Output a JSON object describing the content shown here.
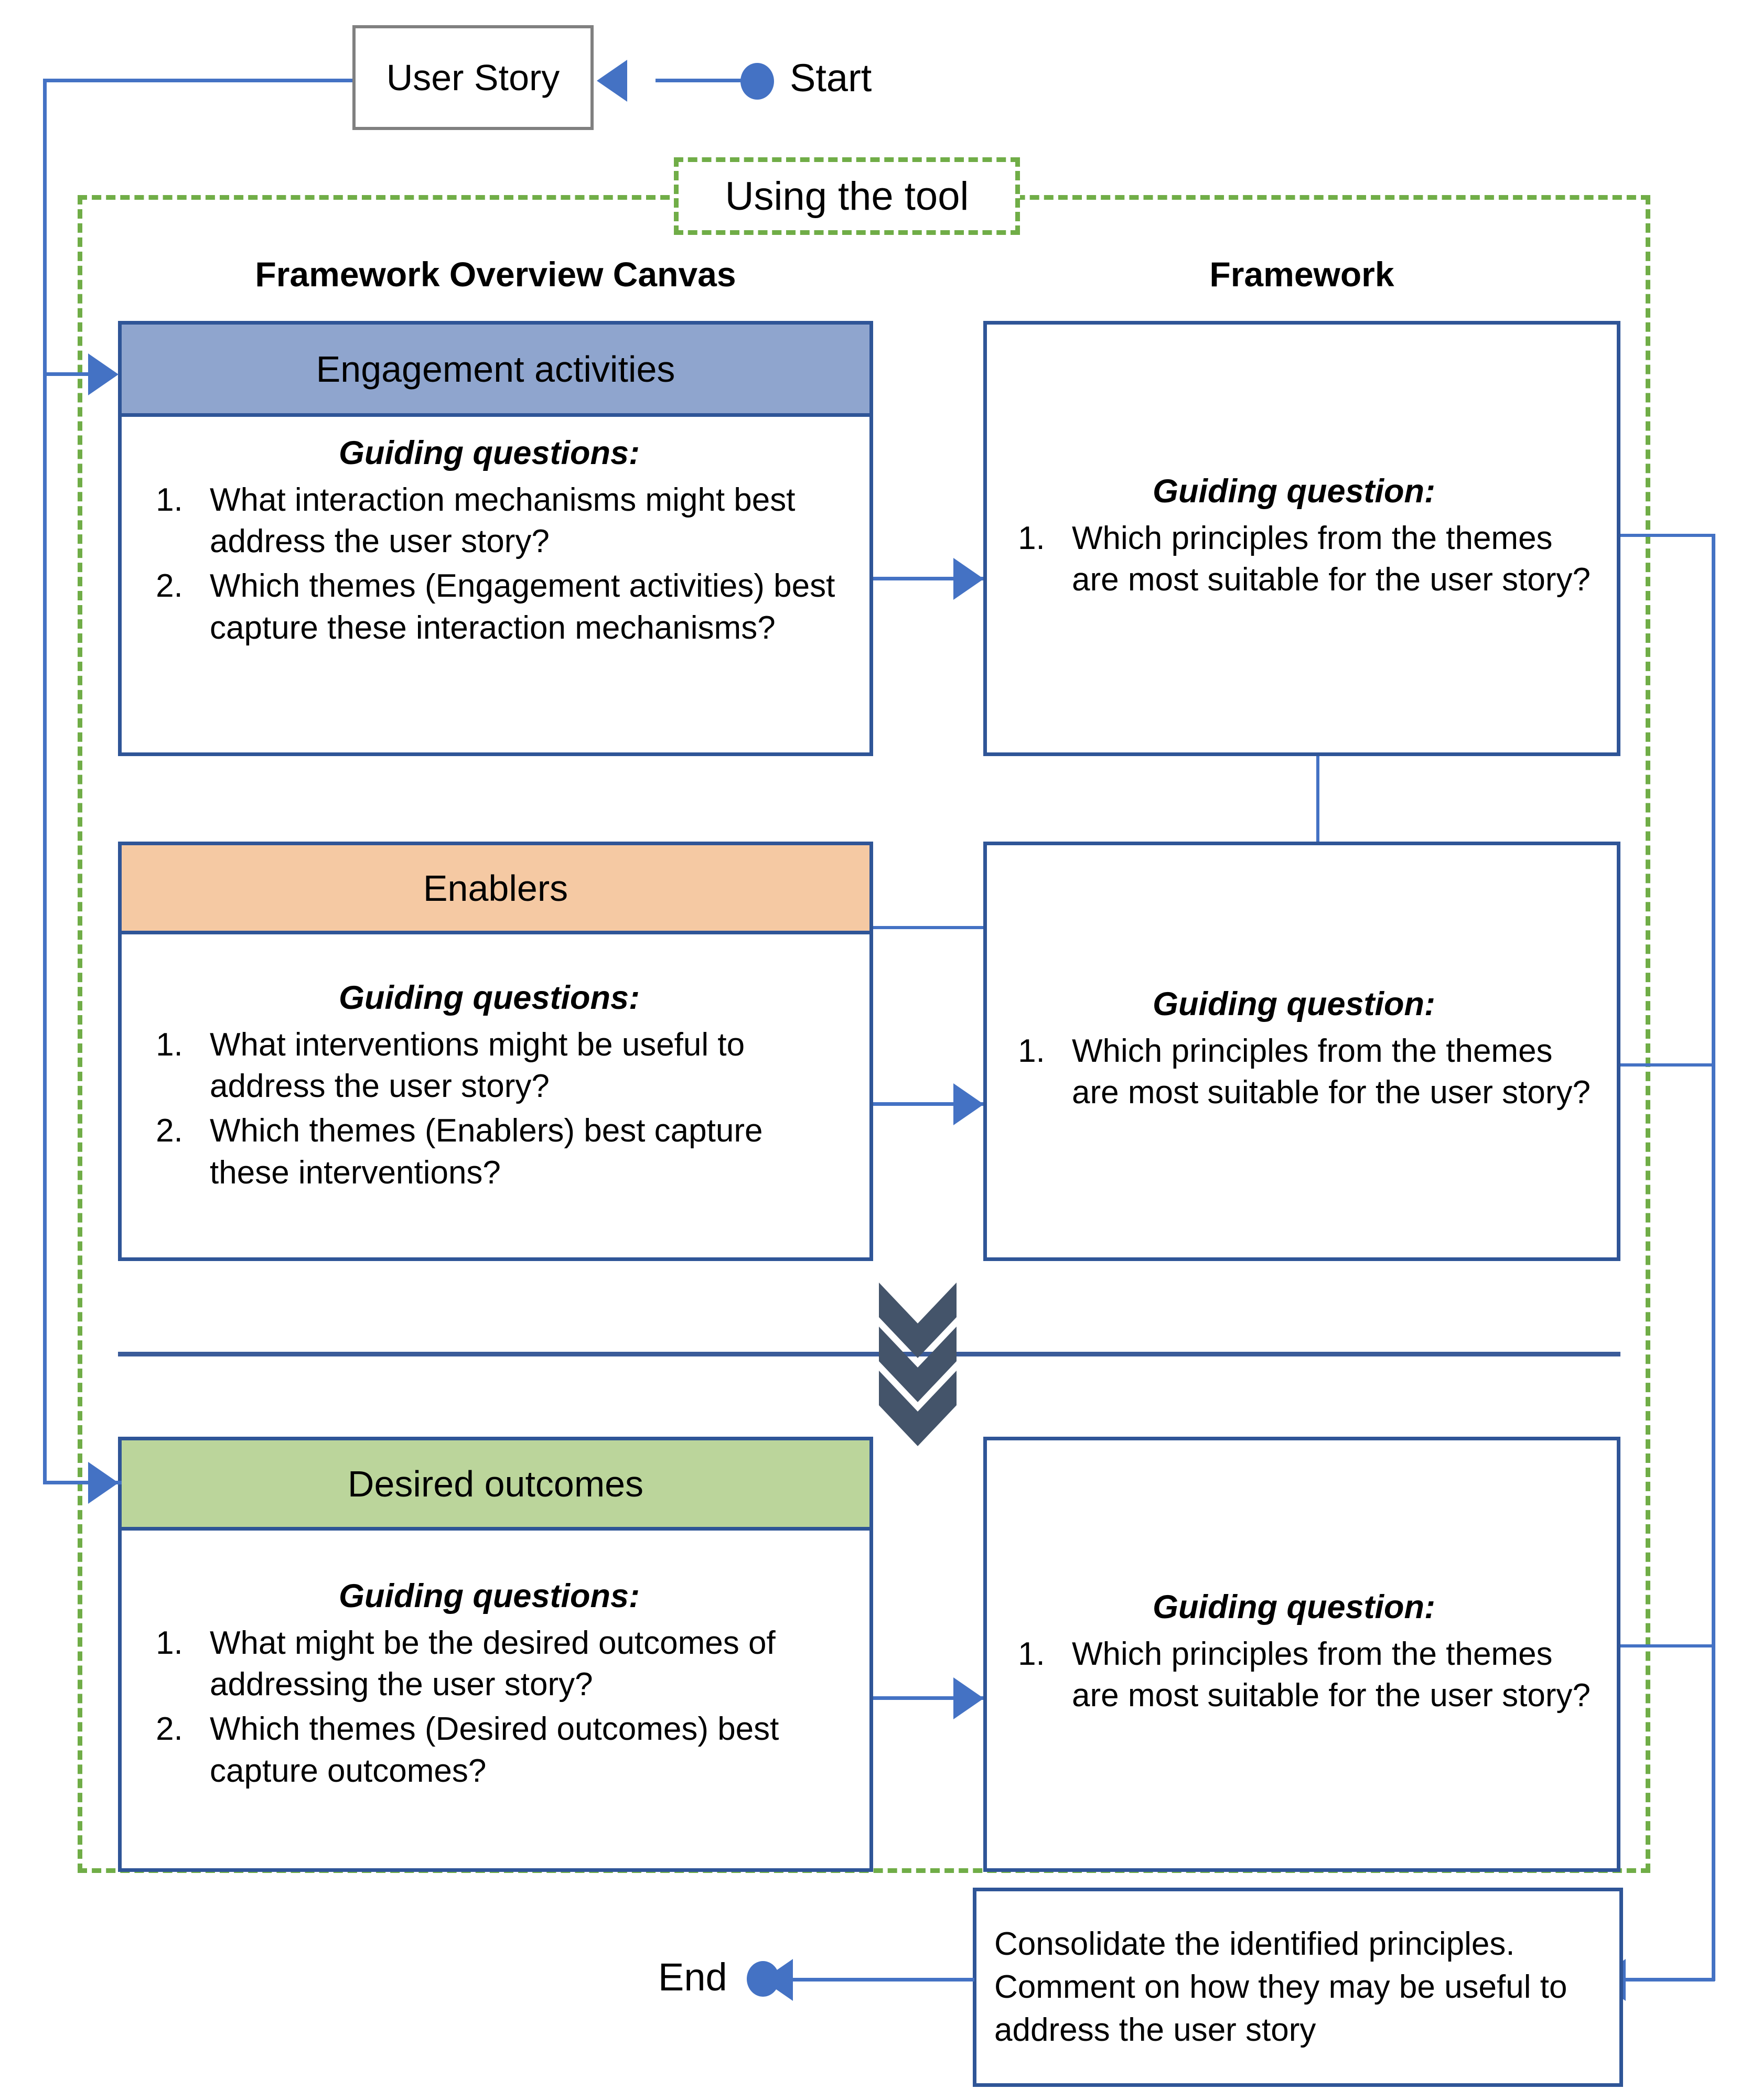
{
  "diagram": {
    "title": "Using the tool",
    "start_label": "Start",
    "end_label": "End",
    "user_story_label": "User Story",
    "columns": {
      "left_heading": "Framework Overview Canvas",
      "right_heading": "Framework"
    },
    "colors": {
      "engagement_header": "#8FA5CE",
      "enablers_header": "#F5C9A3",
      "outcomes_header": "#BBD59B",
      "box_border": "#2F5597",
      "connector": "#4472C4",
      "group_dash": "#70AD47",
      "chevron": "#44546A",
      "user_story_border": "#808080"
    }
  },
  "canvas_cards": [
    {
      "title": "Engagement activities",
      "questions_heading": "Guiding questions:",
      "questions": [
        "What interaction mechanisms might best address the user story?",
        "Which themes (Engagement activities) best capture these interaction mechanisms?"
      ]
    },
    {
      "title": "Enablers",
      "questions_heading": "Guiding questions:",
      "questions": [
        "What interventions might be useful to address the user story?",
        "Which themes (Enablers) best capture these interventions?"
      ]
    },
    {
      "title": "Desired outcomes",
      "questions_heading": "Guiding questions:",
      "questions": [
        "What might be the desired outcomes of addressing the user story?",
        "Which themes (Desired outcomes) best capture outcomes?"
      ]
    }
  ],
  "framework_cards": [
    {
      "questions_heading": "Guiding question:",
      "questions": [
        "Which principles from the themes are most suitable for the user story?"
      ]
    },
    {
      "questions_heading": "Guiding question:",
      "questions": [
        "Which principles from the themes are most suitable for the user story?"
      ]
    },
    {
      "questions_heading": "Guiding question:",
      "questions": [
        "Which principles from the themes are most suitable for the user story?"
      ]
    }
  ],
  "consolidate": {
    "text": "Consolidate the identified principles. Comment on how they may be useful to address the user story"
  }
}
